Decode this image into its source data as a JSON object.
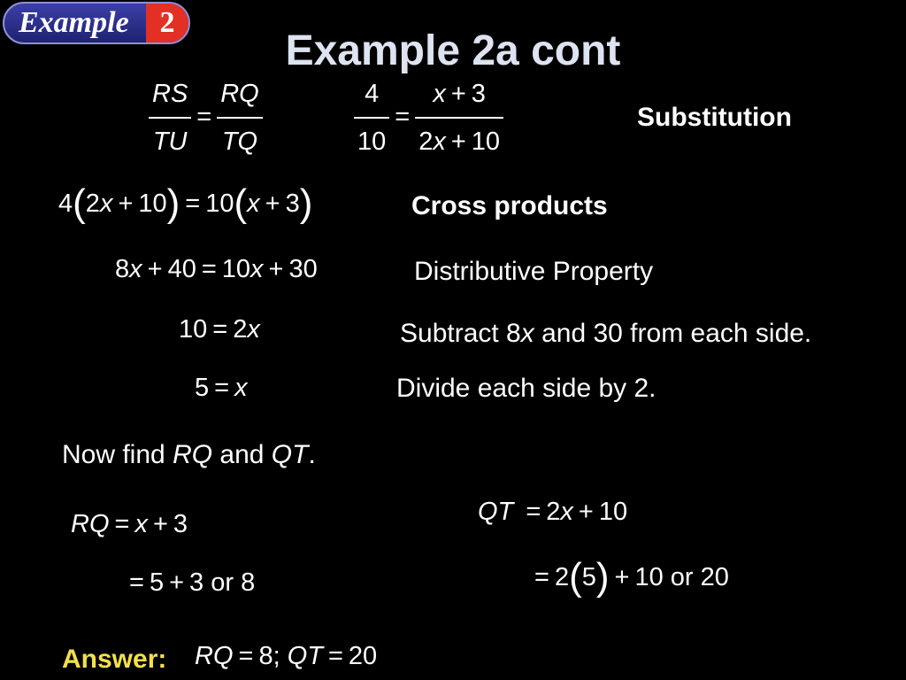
{
  "badge": {
    "word": "Example",
    "number": "2"
  },
  "title": "Example 2a cont",
  "steps": {
    "proportion": {
      "a_num": "RS",
      "a_den": "TU",
      "b_num": "RQ",
      "b_den": "TQ"
    },
    "substituted": {
      "a_num": "4",
      "a_den": "10",
      "b_num_var": "x",
      "b_num_rest": "3",
      "b_den_coef": "2",
      "b_den_var": "x",
      "b_den_rest": "10"
    },
    "substitution_label": "Substitution",
    "cross": {
      "coef": "4",
      "in1": "2",
      "var1": "x",
      "c1": "10",
      "rhs_coef": "10",
      "var2": "x",
      "c2": "3"
    },
    "cross_label": "Cross products",
    "distrib": {
      "a": "8",
      "v": "x",
      "b": "40",
      "c": "10",
      "d": "30"
    },
    "distrib_label": "Distributive Property",
    "subtract": {
      "lhs": "10",
      "rhs_coef": "2",
      "v": "x"
    },
    "subtract_label_pre": "Subtract 8",
    "subtract_label_var": "x",
    "subtract_label_post": " and 30 from each side.",
    "divide": {
      "lhs": "5",
      "v": "x"
    },
    "divide_label": "Divide each side by 2."
  },
  "find": {
    "pre": "Now find ",
    "v1": "RQ",
    "mid": " and ",
    "v2": "QT",
    "post": "."
  },
  "rq": {
    "name": "RQ",
    "var": "x",
    "const": "3",
    "line2": "5",
    "line2b": "3",
    "or": "or",
    "result": "8"
  },
  "qt": {
    "name": "QT",
    "coef": "2",
    "var": "x",
    "const": "10",
    "line2_coef": "2",
    "line2_val": "5",
    "line2_const": "10",
    "or": "or",
    "result": "20"
  },
  "answer": {
    "label": "Answer:",
    "v1": "RQ",
    "val1": "8",
    "v2": "QT",
    "val2": "20"
  }
}
